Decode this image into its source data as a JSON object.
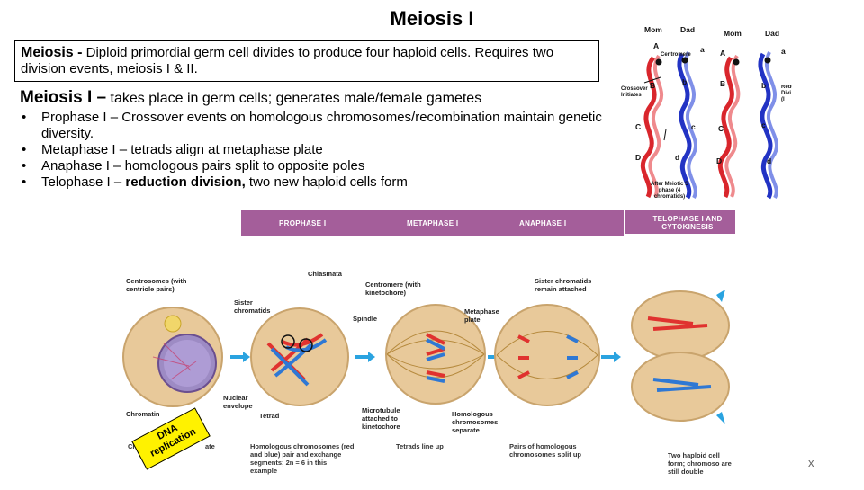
{
  "slide": {
    "title": "Meiosis I",
    "definition": {
      "term": "Meiosis -",
      "text": " Diploid primordial germ cell divides to produce four haploid cells. Requires two division events, meiosis I & II."
    },
    "subheading": {
      "term": "Meiosis I –",
      "text": " takes place in germ cells; generates male/female gametes"
    },
    "bullets": [
      {
        "text": "Prophase I – Crossover events on homologous chromosomes/recombination maintain genetic diversity."
      },
      {
        "text": "Metaphase I – tetrads align at metaphase plate"
      },
      {
        "text": "Anaphase I – homologous pairs split to opposite poles"
      },
      {
        "pre": "Telophase I – ",
        "bold": "reduction division,",
        "post": " two new haploid cells form"
      }
    ],
    "close_mark": "x"
  },
  "crossover_figure": {
    "labels": {
      "mom1": "Mom",
      "dad1": "Dad",
      "mom2": "Mom",
      "dad2": "Dad",
      "centromere": "Centromere",
      "crossover": "Crossover Initiates",
      "after": "After Meiotic S phase (4 chromatids)",
      "reduced": "Redu Divi (I",
      "a_upper": "A",
      "a_lower": "a",
      "b_upper": "B",
      "b_lower": "b",
      "c_upper": "C",
      "c_lower": "c",
      "d_upper": "D",
      "d_lower": "d",
      "a2_upper": "A",
      "a2_lower": "a",
      "b2_upper": "B",
      "b2_lower": "b",
      "c2_upper": "C",
      "c2_lower": "c",
      "d2_upper": "D",
      "d2_lower": "d"
    },
    "colors": {
      "mom": "#d9262c",
      "mom_light": "#ef8a8d",
      "dad": "#2233c4",
      "dad_light": "#7f8fe8"
    }
  },
  "stages_figure": {
    "phases": {
      "prophase": "PROPHASE I",
      "metaphase": "METAPHASE I",
      "anaphase": "ANAPHASE I",
      "telophase": "TELOPHASE I AND CYTOKINESIS"
    },
    "labels": {
      "centrosomes": "Centrosomes (with centriole pairs)",
      "sister_chromatids": "Sister chromatids",
      "chiasmata": "Chiasmata",
      "spindle": "Spindle",
      "centromere": "Centromere (with kinetochore)",
      "metaphase_plate": "Metaphase plate",
      "sister_attached": "Sister chromatids remain attached",
      "nuclear_envelope": "Nuclear envelope",
      "chromatin": "Chromatin",
      "tetrad": "Tetrad",
      "microtubule": "Microtubule attached to kinetochore",
      "homologous_separate": "Homologous chromosomes separate"
    },
    "captions": {
      "interphase": "Ch",
      "interphase_tail": "ate",
      "prophase": "Homologous chromosomes (red and blue) pair and exchange segments; 2n = 6 in this example",
      "metaphase": "Tetrads line up",
      "anaphase": "Pairs of homologous chromosomes split up",
      "telophase": "Two haploid cell form; chromoso are still double"
    },
    "dna_tag": "DNA replication",
    "colors": {
      "cell": "#e8c99a",
      "phase_bar": "#a45e9a",
      "arrow": "#2aa3e0",
      "tag": "#fff200"
    }
  }
}
